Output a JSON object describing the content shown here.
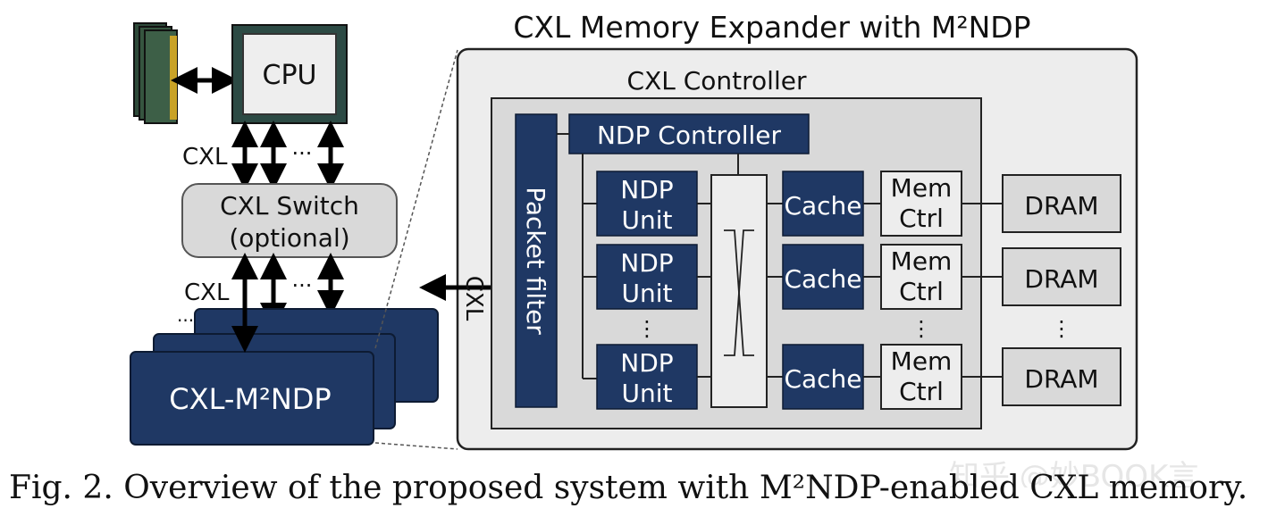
{
  "diagram": {
    "title": "CXL Memory Expander with M²NDP",
    "cpu_label": "CPU",
    "cxl_top_label": "CXL",
    "cxl_mid_label": "CXL",
    "cxl_side_label": "CXL",
    "ellipsis": "···",
    "vertical_ellipsis": "⋮",
    "switch_line1": "CXL Switch",
    "switch_line2": "(optional)",
    "device_label": "CXL-M²NDP",
    "controller_label": "CXL Controller",
    "packet_filter": "Packet filter",
    "ndp_controller": "NDP Controller",
    "ndp_unit_line1": "NDP",
    "ndp_unit_line2": "Unit",
    "cache": "Cache",
    "mem_ctrl_line1": "Mem",
    "mem_ctrl_line2": "Ctrl",
    "dram": "DRAM",
    "colors": {
      "navy": "#1f3864",
      "gray_fill": "#d9d9d9",
      "light_fill": "#ededed",
      "stroke": "#222222"
    }
  },
  "caption": "Fig. 2.  Overview of the proposed system with M²NDP-enabled CXL memory.",
  "watermark": "知乎 @妙BOOK言"
}
